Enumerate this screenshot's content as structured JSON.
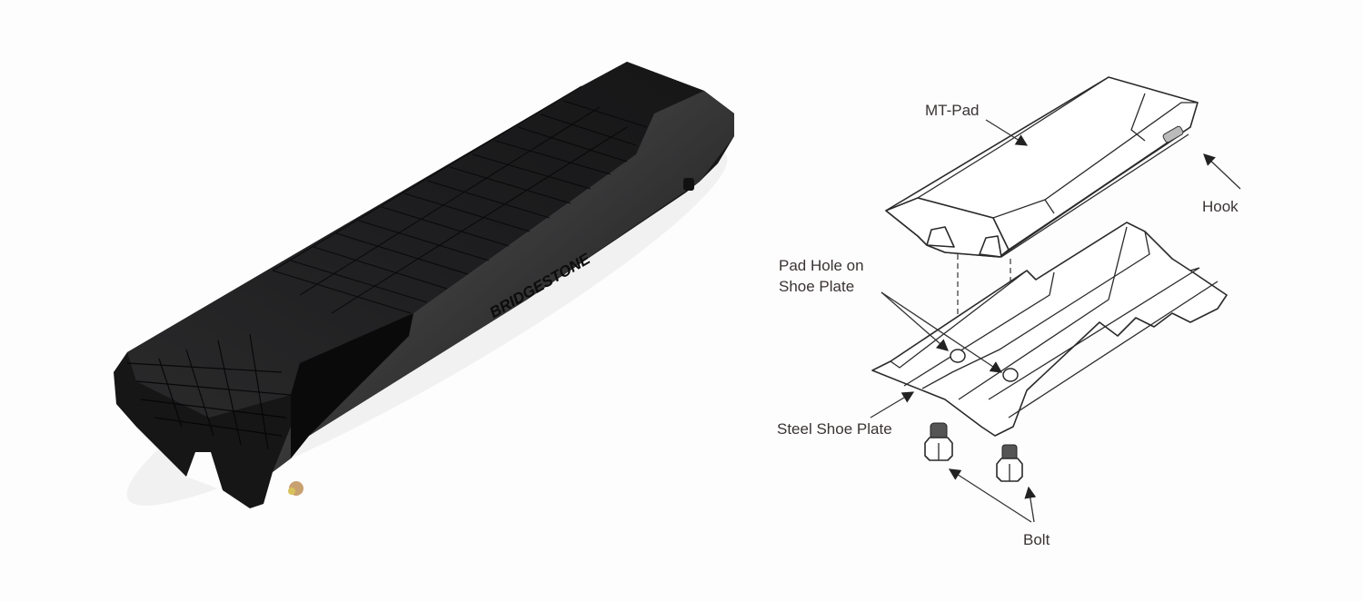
{
  "figure": {
    "left_panel": {
      "type": "product-photo",
      "subject": "black rubber track pad",
      "brand_mark": "Bridgestone"
    },
    "right_panel": {
      "type": "exploded-assembly-diagram",
      "labels": {
        "mt_pad": "MT-Pad",
        "hook": "Hook",
        "pad_hole_line1": "Pad Hole on",
        "pad_hole_line2": "Shoe Plate",
        "steel_shoe_plate": "Steel Shoe Plate",
        "bolt": "Bolt"
      }
    },
    "colors": {
      "background": "#fdfdfd",
      "pad_rubber": "#1b1b1c",
      "line_art": "#2a2a2a",
      "label_text": "#3a3433"
    }
  }
}
